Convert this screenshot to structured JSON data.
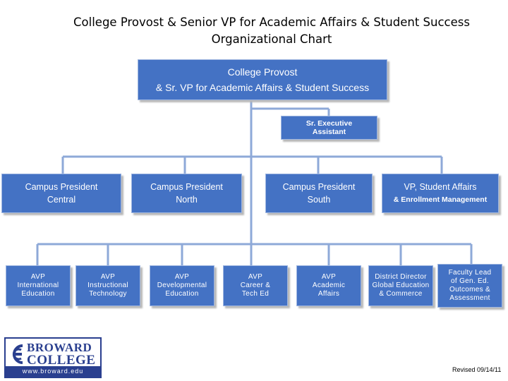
{
  "title": {
    "line1": "College Provost & Senior VP for Academic Affairs & Student Success",
    "line2": "Organizational Chart"
  },
  "nodes": {
    "provost": {
      "line1": "College Provost",
      "line2": "& Sr. VP for Academic Affairs & Student Success"
    },
    "assistant": {
      "line1": "Sr. Executive",
      "line2": "Assistant"
    },
    "central": {
      "line1": "Campus President",
      "line2": "Central"
    },
    "north": {
      "line1": "Campus President",
      "line2": "North"
    },
    "south": {
      "line1": "Campus President",
      "line2": "South"
    },
    "student_affairs": {
      "line1": "VP, Student Affairs",
      "line2": "& Enrollment Management"
    },
    "avp_international": {
      "line1": "AVP",
      "line2": "International",
      "line3": "Education"
    },
    "avp_instructional": {
      "line1": "AVP",
      "line2": "Instructional",
      "line3": "Technology"
    },
    "avp_developmental": {
      "line1": "AVP",
      "line2": "Developmental",
      "line3": "Education"
    },
    "avp_career": {
      "line1": "AVP",
      "line2": "Career &",
      "line3": "Tech Ed"
    },
    "avp_academic": {
      "line1": "AVP",
      "line2": "Academic",
      "line3": "Affairs"
    },
    "district_director": {
      "line1": "District Director",
      "line2": "Global Education",
      "line3": "& Commerce"
    },
    "faculty_lead": {
      "line1": "Faculty Lead",
      "line2": "of Gen. Ed.",
      "line3": "Outcomes &",
      "line4": "Assessment"
    }
  },
  "logo": {
    "word1": "BROWARD",
    "word2": "COLLEGE",
    "url": "www.broward.edu"
  },
  "footer": {
    "revised": "Revised 09/14/11"
  },
  "colors": {
    "box": "#4472c4",
    "lines": "#8ea9d8",
    "logo": "#2a3f8f"
  }
}
